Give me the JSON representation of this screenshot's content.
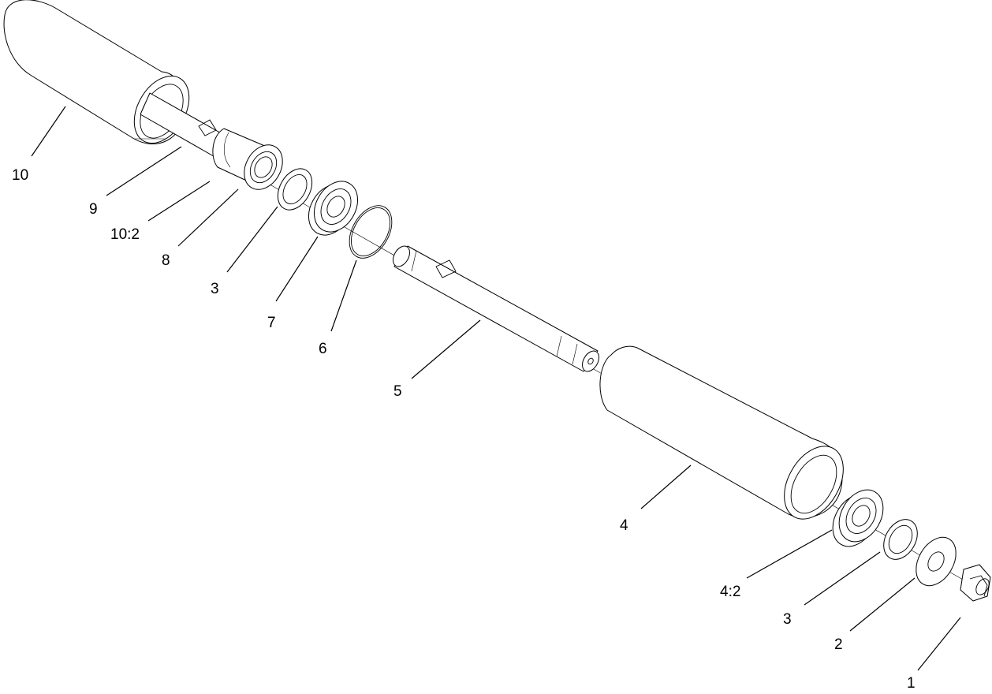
{
  "callouts": {
    "c10": "10",
    "c9": "9",
    "c10_2": "10:2",
    "c8": "8",
    "c3_upper": "3",
    "c7": "7",
    "c6": "6",
    "c5": "5",
    "c4": "4",
    "c4_2": "4:2",
    "c3_lower": "3",
    "c2": "2",
    "c1": "1"
  }
}
